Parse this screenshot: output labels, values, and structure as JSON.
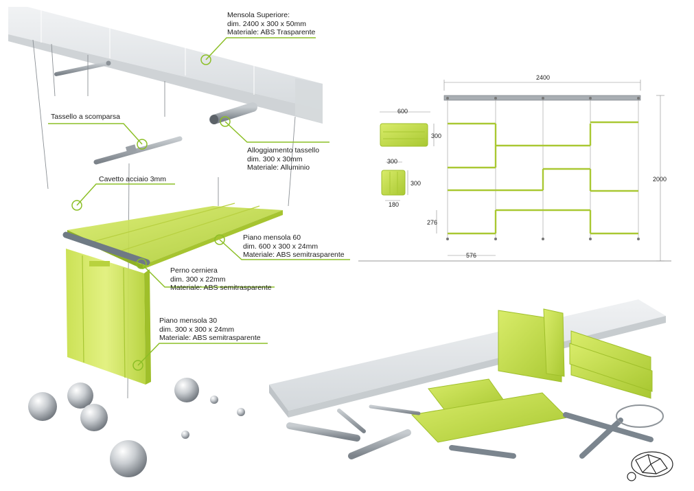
{
  "colors": {
    "accent": "#8cbf26",
    "panel": "#c5de45",
    "panel_dark": "#9fbf2a",
    "glass": "#dfe3e6",
    "metal": "#9aa0a6",
    "hinge": "#6f7a84"
  },
  "callouts": {
    "top_shelf": {
      "lines": [
        "Mensola Superiore:",
        "dim. 2400 x 300 x 50mm",
        "Materiale: ABS Trasparente"
      ]
    },
    "hidden_dowel": {
      "lines": [
        "Tassello a scomparsa"
      ]
    },
    "dowel_housing": {
      "lines": [
        "Alloggiamento tassello",
        "dim. 300 x 30mm",
        "Materiale: Alluminio"
      ]
    },
    "steel_cable": {
      "lines": [
        "Cavetto acciaio 3mm"
      ]
    },
    "shelf_60": {
      "lines": [
        "Piano mensola 60",
        "dim. 600 x 300 x 24mm",
        "Materiale: ABS semitrasparente"
      ]
    },
    "hinge_pin": {
      "lines": [
        "Perno cerniera",
        "dim. 300 x 22mm",
        "Materiale: ABS semitrasparente"
      ]
    },
    "shelf_30": {
      "lines": [
        "Piano mensola 30",
        "dim. 300 x 300 x 24mm",
        "Materiale: ABS semitrasparente"
      ]
    }
  },
  "drawing": {
    "dims": {
      "total_width": "2400",
      "total_height": "2000",
      "module_600": "600",
      "module_600_h": "300",
      "module_300_w": "300",
      "module_300_h": "300",
      "module_180": "180",
      "row_276": "276",
      "col_576": "576"
    }
  }
}
